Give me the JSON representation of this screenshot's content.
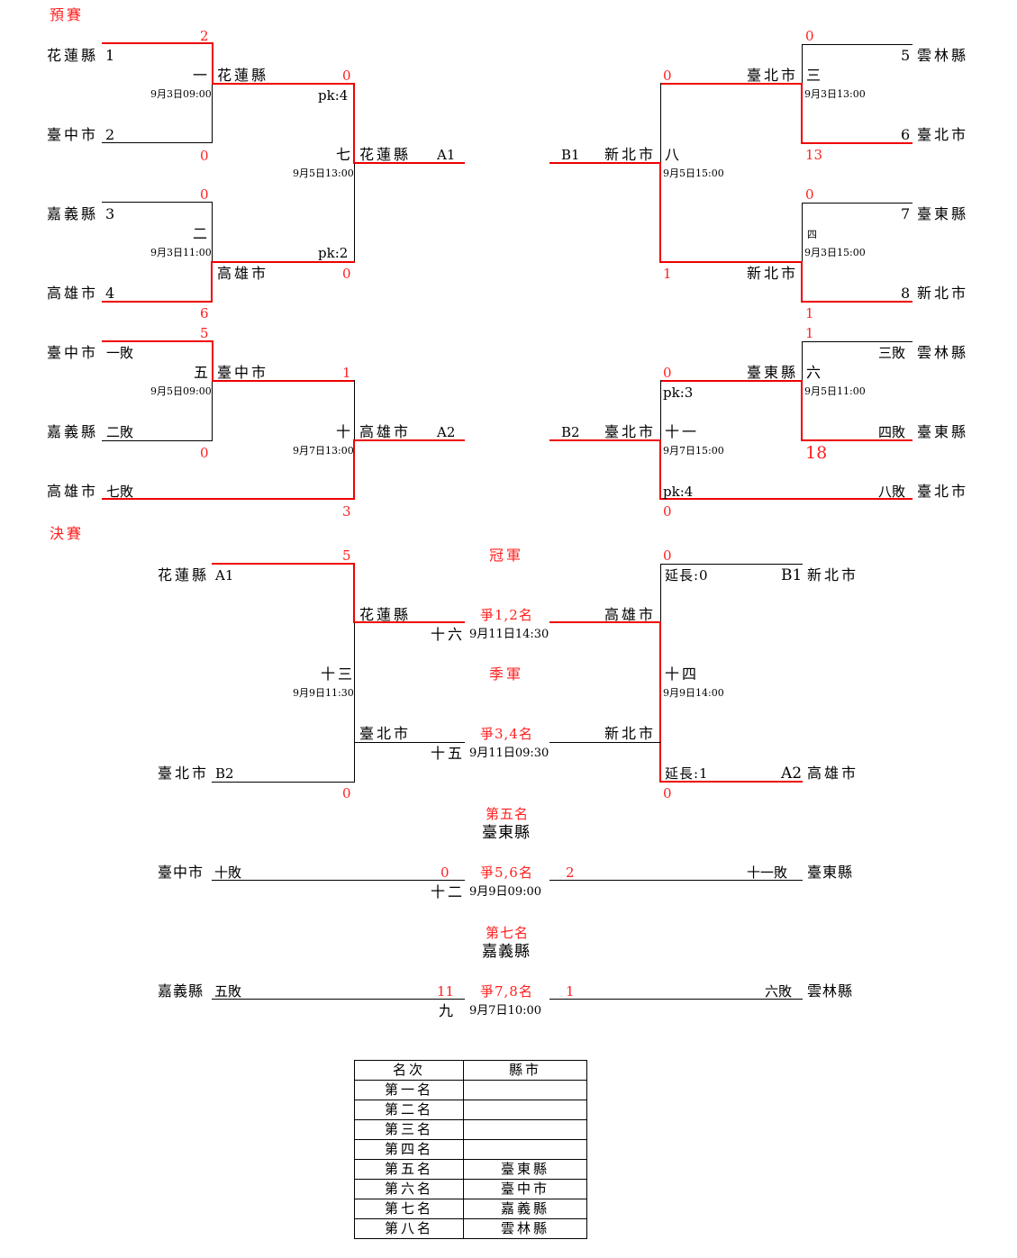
{
  "sections": {
    "prelim": "預賽",
    "final": "決賽"
  },
  "prelim": {
    "left_top": {
      "teams": [
        {
          "name": "花蓮縣",
          "seed": "1"
        },
        {
          "name": "臺中市",
          "seed": "2"
        },
        {
          "name": "嘉義縣",
          "seed": "3"
        },
        {
          "name": "高雄市",
          "seed": "4"
        }
      ],
      "g1": {
        "no": "一",
        "time": "9月3日09:00",
        "winner": "花蓮縣",
        "score_a": "2",
        "score_b": "0"
      },
      "g2": {
        "no": "二",
        "time": "9月3日11:00",
        "winner": "高雄市",
        "score_a": "0",
        "score_b": "6"
      },
      "g7": {
        "no": "七",
        "time": "9月5日13:00",
        "winner": "花蓮縣",
        "slot": "A1",
        "score_a": "0",
        "pk_a": "pk:4",
        "score_b": "0",
        "pk_b": "pk:2"
      }
    },
    "left_bottom": {
      "teams": [
        {
          "name": "臺中市",
          "seed": "一敗"
        },
        {
          "name": "嘉義縣",
          "seed": "二敗"
        },
        {
          "name": "高雄市",
          "seed": "七敗"
        }
      ],
      "g5": {
        "no": "五",
        "time": "9月5日09:00",
        "winner": "臺中市",
        "score_a": "5",
        "score_b": "0"
      },
      "g10": {
        "no": "十",
        "time": "9月7日13:00",
        "winner": "高雄市",
        "slot": "A2",
        "score_a": "1",
        "score_b": "3"
      }
    },
    "right_top": {
      "teams": [
        {
          "name": "雲林縣",
          "seed": "5"
        },
        {
          "name": "臺北市",
          "seed": "6"
        },
        {
          "name": "臺東縣",
          "seed": "7"
        },
        {
          "name": "新北市",
          "seed": "8"
        }
      ],
      "g3": {
        "no": "三",
        "time": "9月3日13:00",
        "winner": "臺北市",
        "score_a": "0",
        "score_b": "13"
      },
      "g4": {
        "no": "四",
        "time": "9月3日15:00",
        "winner": "新北市",
        "score_a": "0",
        "score_b": "1"
      },
      "g8": {
        "no": "八",
        "time": "9月5日15:00",
        "winner": "新北市",
        "slot": "B1",
        "score_a": "0",
        "score_b": "1"
      }
    },
    "right_bottom": {
      "teams": [
        {
          "name": "雲林縣",
          "seed": "三敗"
        },
        {
          "name": "臺東縣",
          "seed": "四敗"
        },
        {
          "name": "臺北市",
          "seed": "八敗"
        }
      ],
      "g6": {
        "no": "六",
        "time": "9月5日11:00",
        "winner": "臺東縣",
        "score_a": "1",
        "score_b": "18"
      },
      "g11": {
        "no": "十一",
        "time": "9月7日15:00",
        "winner": "臺北市",
        "slot": "B2",
        "score_a": "0",
        "pk_a": "pk:3",
        "score_b": "0",
        "pk_b": "pk:4"
      }
    }
  },
  "final": {
    "champion_label": "冠軍",
    "third_label": "季軍",
    "g13": {
      "no": "十三",
      "time": "9月9日11:30",
      "team_a": "花蓮縣",
      "slot_a": "A1",
      "team_b": "臺北市",
      "slot_b": "B2",
      "score_a": "5",
      "score_b": "0",
      "winner_a": "花蓮縣",
      "loser": "臺北市"
    },
    "g14": {
      "no": "十四",
      "time": "9月9日14:00",
      "team_a": "新北市",
      "slot_a": "B1",
      "team_b": "高雄市",
      "slot_b": "A2",
      "score_a": "0",
      "et_a": "延長:0",
      "score_b": "0",
      "et_b": "延長:1",
      "winner": "高雄市",
      "loser": "新北市"
    },
    "g16": {
      "no": "十六",
      "time": "9月11日14:30",
      "label": "爭1,2名"
    },
    "g15": {
      "no": "十五",
      "time": "9月11日09:30",
      "label": "爭3,4名"
    },
    "fifth": {
      "title": "第五名",
      "winner": "臺東縣",
      "label": "爭5,6名",
      "no": "十二",
      "time": "9月9日09:00",
      "left_team": "臺中市",
      "left_seed": "十敗",
      "left_score": "0",
      "right_team": "臺東縣",
      "right_seed": "十一敗",
      "right_score": "2"
    },
    "seventh": {
      "title": "第七名",
      "winner": "嘉義縣",
      "label": "爭7,8名",
      "no": "九",
      "time": "9月7日10:00",
      "left_team": "嘉義縣",
      "left_seed": "五敗",
      "left_score": "11",
      "right_team": "雲林縣",
      "right_seed": "六敗",
      "right_score": "1"
    }
  },
  "ranking": {
    "headers": [
      "名次",
      "縣市"
    ],
    "rows": [
      [
        "第一名",
        ""
      ],
      [
        "第二名",
        ""
      ],
      [
        "第三名",
        ""
      ],
      [
        "第四名",
        ""
      ],
      [
        "第五名",
        "臺東縣"
      ],
      [
        "第六名",
        "臺中市"
      ],
      [
        "第七名",
        "嘉義縣"
      ],
      [
        "第八名",
        "雲林縣"
      ]
    ]
  }
}
